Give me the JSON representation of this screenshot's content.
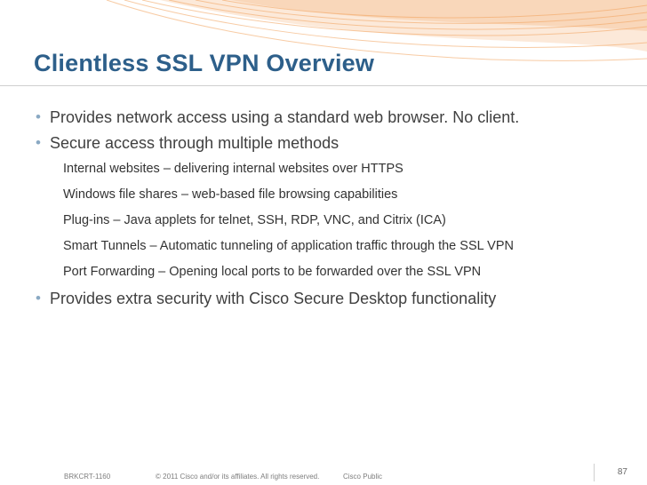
{
  "slide": {
    "title": "Clientless SSL VPN Overview",
    "bullets": [
      {
        "text": "Provides network access using a standard web browser.  No client."
      },
      {
        "text": "Secure access through multiple methods"
      },
      {
        "text": "Provides extra security with Cisco Secure Desktop functionality"
      }
    ],
    "sub_items": [
      "Internal websites – delivering internal websites over HTTPS",
      "Windows file shares – web-based file browsing capabilities",
      "Plug-ins – Java applets for telnet, SSH, RDP, VNC, and Citrix (ICA)",
      "Smart Tunnels – Automatic tunneling of application traffic through the SSL VPN",
      "Port Forwarding – Opening local ports to be forwarded over the SSL VPN"
    ],
    "bullet_glyph": "•"
  },
  "footer": {
    "session_id": "BRKCRT-1160",
    "copyright": "© 2011 Cisco and/or its affiliates. All rights reserved.",
    "classification": "Cisco Public",
    "page_number": "87"
  },
  "colors": {
    "title": "#2d5f8a",
    "body_text": "#404040",
    "bullet": "#8aa9c3",
    "accent_orange": "#f2a15a"
  }
}
